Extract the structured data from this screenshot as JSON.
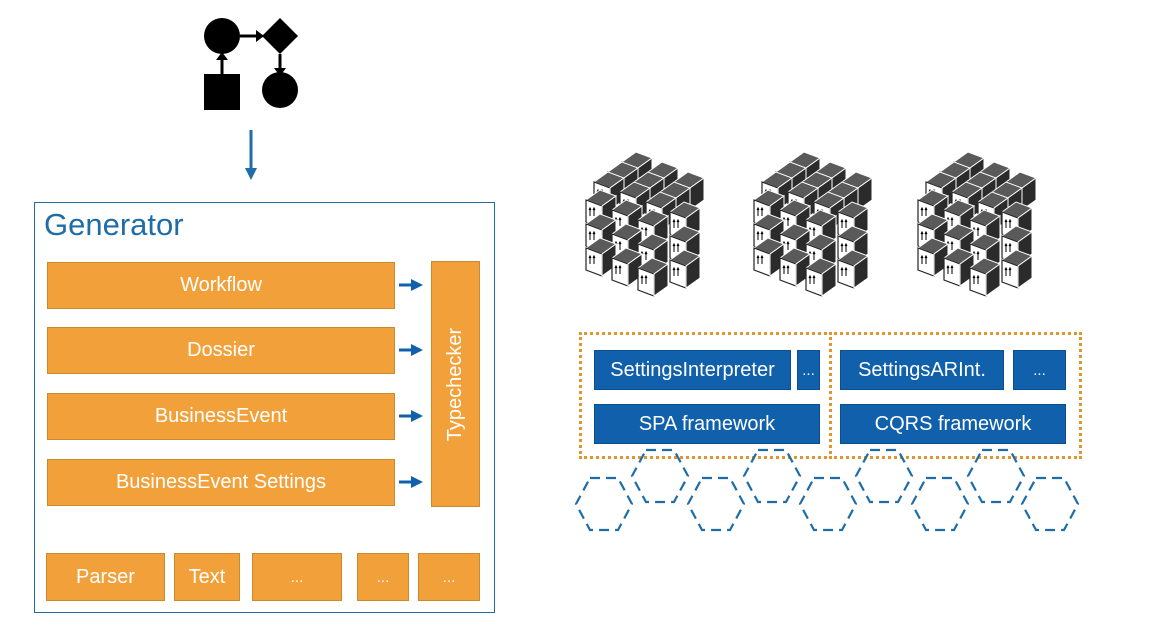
{
  "generator": {
    "title": "Generator",
    "rows": [
      "Workflow",
      "Dossier",
      "BusinessEvent",
      "BusinessEvent Settings"
    ],
    "typechecker": "Typechecker",
    "bottom": [
      "Parser",
      "Text",
      "...",
      "...",
      "..."
    ]
  },
  "runtime": {
    "left": {
      "top": "SettingsInterpreter",
      "more": "...",
      "framework": "SPA framework"
    },
    "right": {
      "top": "SettingsARInt.",
      "more": "...",
      "framework": "CQRS framework"
    }
  },
  "icons": [
    "workflow-icon",
    "cube-cluster-icon",
    "hexagon-network-icon"
  ],
  "colors": {
    "blue": "#1060ab",
    "orange": "#f2a13a",
    "frame": "#1e6da6",
    "dots": "#e0962e"
  }
}
